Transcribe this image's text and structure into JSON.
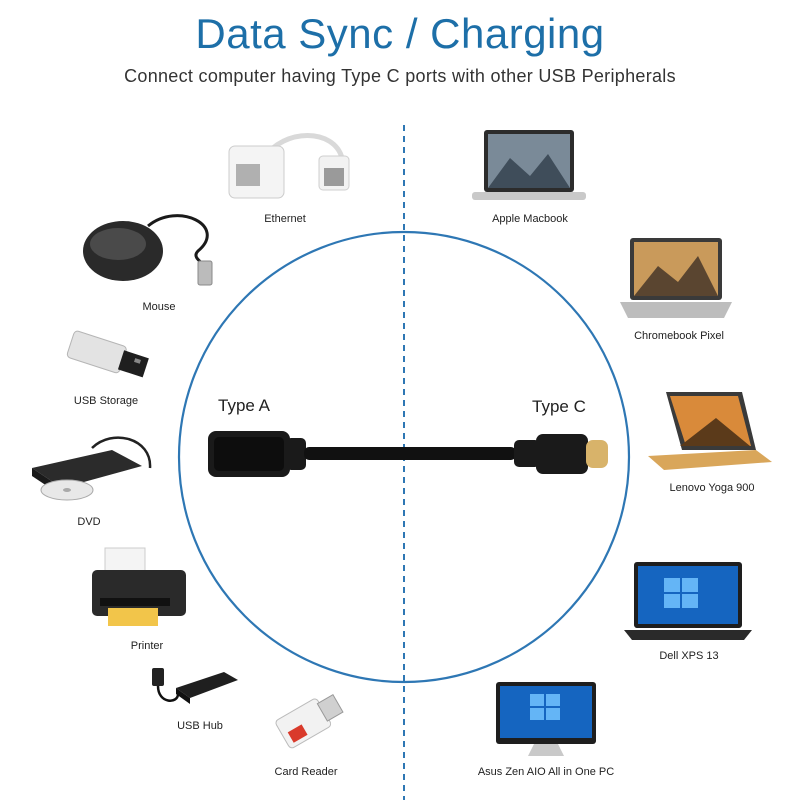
{
  "header": {
    "title": "Data Sync / Charging",
    "subtitle": "Connect computer having Type C ports with other USB Peripherals"
  },
  "cable": {
    "left_label": "Type A",
    "right_label": "Type C"
  },
  "left_devices": [
    {
      "label": "Ethernet",
      "icon": "ethernet-adapter-icon"
    },
    {
      "label": "Mouse",
      "icon": "mouse-icon"
    },
    {
      "label": "USB Storage",
      "icon": "usb-drive-icon"
    },
    {
      "label": "DVD",
      "icon": "dvd-drive-icon"
    },
    {
      "label": "Printer",
      "icon": "printer-icon"
    },
    {
      "label": "USB Hub",
      "icon": "usb-hub-icon"
    },
    {
      "label": "Card Reader",
      "icon": "card-reader-icon"
    }
  ],
  "right_devices": [
    {
      "label": "Apple Macbook",
      "icon": "laptop-icon"
    },
    {
      "label": "Chromebook Pixel",
      "icon": "laptop-icon"
    },
    {
      "label": "Lenovo Yoga 900",
      "icon": "laptop-icon"
    },
    {
      "label": "Dell XPS 13",
      "icon": "laptop-icon"
    },
    {
      "label": "Asus Zen AIO All in One PC",
      "icon": "monitor-icon"
    }
  ],
  "colors": {
    "accent": "#1d6fa8",
    "circle": "#2e77b4",
    "divider": "#2e77b4",
    "cable": "#111111",
    "gold": "#d8b36a"
  }
}
